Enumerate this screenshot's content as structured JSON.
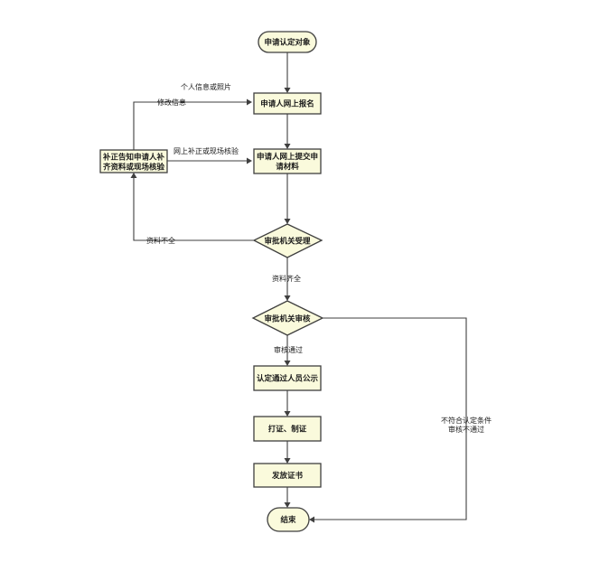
{
  "nodes": {
    "start": "申请认定对象",
    "register": "申请人网上报名",
    "submit_line1": "申请人网上提交申",
    "submit_line2": "请材料",
    "notify_line1": "补正告知申请人补",
    "notify_line2": "齐资料或现场核验",
    "accept": "审批机关受理",
    "review": "审批机关审核",
    "publicize": "认定通过人员公示",
    "print": "打证、制证",
    "issue": "发放证书",
    "end": "结束"
  },
  "edge_labels": {
    "personal_info": "个人信息或照片",
    "modify_info": "修改信息",
    "online_supplement": "网上补正或现场核验",
    "incomplete": "资料不全",
    "complete": "资料齐全",
    "passed": "审核通过",
    "rejected_line1": "不符合认定条件",
    "rejected_line2": "审核不通过"
  },
  "colors": {
    "node_fill": "#fafadc",
    "stroke": "#3f3f3f"
  }
}
